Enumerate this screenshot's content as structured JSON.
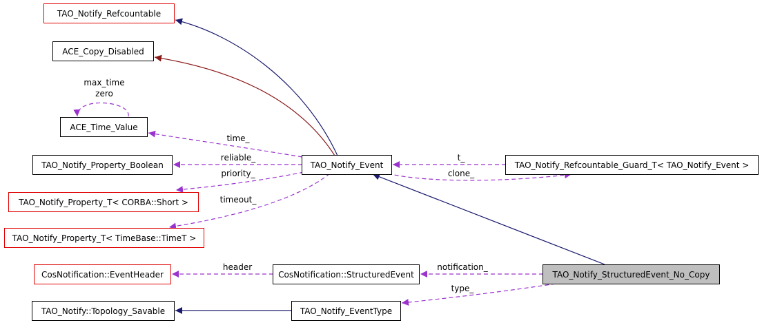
{
  "nodes": {
    "refcountable": "TAO_Notify_Refcountable",
    "copy_disabled": "ACE_Copy_Disabled",
    "time_value": "ACE_Time_Value",
    "prop_boolean": "TAO_Notify_Property_Boolean",
    "prop_short": "TAO_Notify_Property_T< CORBA::Short >",
    "prop_timet": "TAO_Notify_Property_T< TimeBase::TimeT >",
    "event": "TAO_Notify_Event",
    "guard": "TAO_Notify_Refcountable_Guard_T< TAO_Notify_Event >",
    "event_header": "CosNotification::EventHeader",
    "structured_event": "CosNotification::StructuredEvent",
    "sevent_no_copy": "TAO_Notify_StructuredEvent_No_Copy",
    "topology_savable": "TAO_Notify::Topology_Savable",
    "event_type": "TAO_Notify_EventType"
  },
  "labels": {
    "max_time": "max_time",
    "zero": "zero",
    "time": "time_",
    "reliable": "reliable_",
    "priority": "priority_",
    "timeout": "timeout_",
    "t": "t_",
    "clone": "clone_",
    "notification": "notification_",
    "header": "header",
    "type": "type_"
  },
  "colors": {
    "inherit": "#1a1a6e",
    "private_inherit": "#8b1a1a",
    "usage": "#9a32cd",
    "node_border_red": "#e00000",
    "highlight_fill": "#bfbfbf"
  }
}
